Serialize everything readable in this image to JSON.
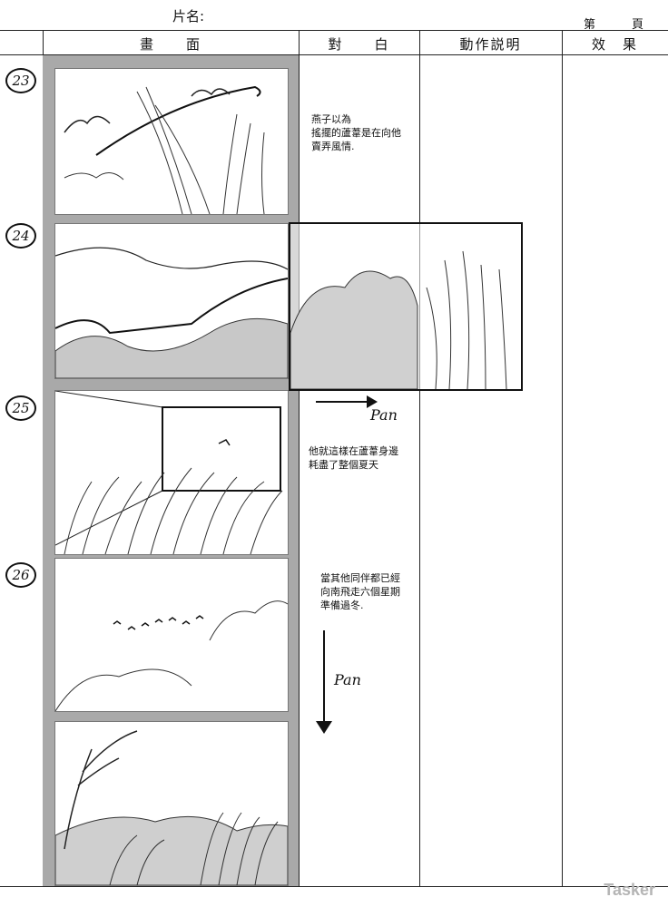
{
  "header": {
    "title": "片名:",
    "page_prefix": "第",
    "page_suffix": "頁"
  },
  "columns": {
    "picture": "畫　　面",
    "dialogue": "對　　白",
    "action": "動作説明",
    "effect": "效　果"
  },
  "shots": [
    {
      "number": "23",
      "dialogue": "燕子以為\n搖擺的蘆葦是在向他\n賣弄風情."
    },
    {
      "number": "24",
      "dialogue": ""
    },
    {
      "number": "25",
      "dialogue": "他就這樣在蘆葦身邊\n耗盡了整個夏天"
    },
    {
      "number": "26",
      "dialogue": "當其他同伴都已經\n向南飛走六個星期\n準備過冬."
    }
  ],
  "annotations": {
    "pan1": "Pan",
    "pan2": "Pan"
  },
  "watermark": "Tasker"
}
